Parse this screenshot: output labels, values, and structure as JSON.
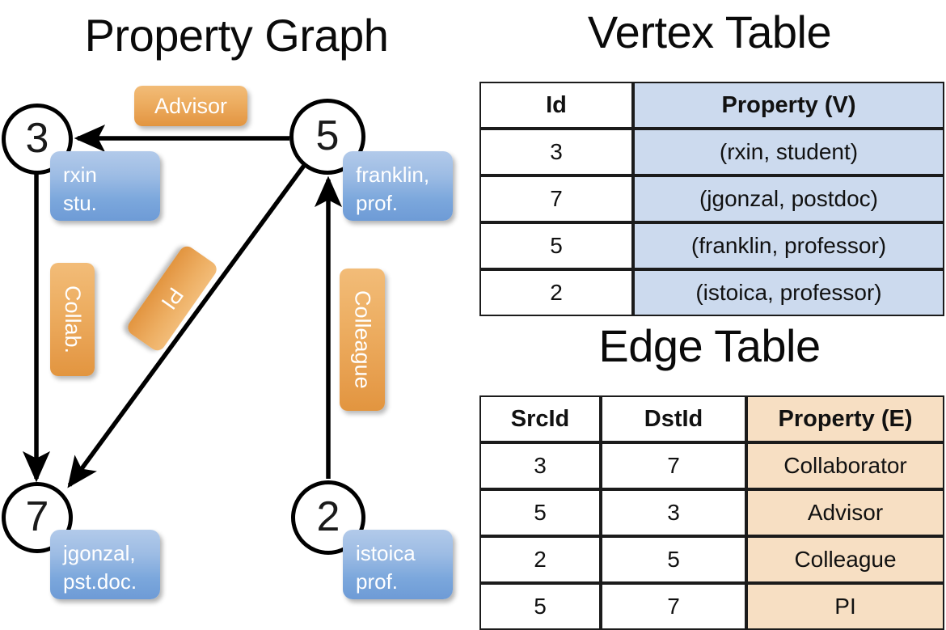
{
  "titles": {
    "property_graph": "Property Graph",
    "vertex_table": "Vertex Table",
    "edge_table": "Edge Table"
  },
  "colors": {
    "vertex_accent": "#ccdaee",
    "edge_accent": "#f7dfc3",
    "node_blue_box": "#7ba7dc",
    "edge_orange_box": "#eda95c",
    "stroke": "#000000",
    "background": "#ffffff"
  },
  "graph": {
    "nodes": [
      {
        "id": "3",
        "label": "3",
        "property_lines": [
          "rxin",
          "stu."
        ]
      },
      {
        "id": "5",
        "label": "5",
        "property_lines": [
          "franklin,",
          "prof."
        ]
      },
      {
        "id": "7",
        "label": "7",
        "property_lines": [
          "jgonzal,",
          "pst.doc."
        ]
      },
      {
        "id": "2",
        "label": "2",
        "property_lines": [
          "istoica",
          "prof."
        ]
      }
    ],
    "edge_labels": [
      {
        "name": "advisor",
        "text": "Advisor",
        "orientation": "horizontal"
      },
      {
        "name": "collab",
        "text": "Collab.",
        "orientation": "vertical"
      },
      {
        "name": "pi",
        "text": "PI",
        "orientation": "rotated"
      },
      {
        "name": "colleague",
        "text": "Colleague",
        "orientation": "vertical"
      }
    ],
    "edges": [
      {
        "src": "5",
        "dst": "3",
        "label": "Advisor"
      },
      {
        "src": "3",
        "dst": "7",
        "label": "Collab."
      },
      {
        "src": "5",
        "dst": "7",
        "label": "PI"
      },
      {
        "src": "2",
        "dst": "5",
        "label": "Colleague"
      }
    ]
  },
  "vertex_table": {
    "headers": [
      "Id",
      "Property (V)"
    ],
    "rows": [
      {
        "id": "3",
        "property": "(rxin, student)"
      },
      {
        "id": "7",
        "property": "(jgonzal, postdoc)"
      },
      {
        "id": "5",
        "property": "(franklin, professor)"
      },
      {
        "id": "2",
        "property": "(istoica, professor)"
      }
    ]
  },
  "edge_table": {
    "headers": [
      "SrcId",
      "DstId",
      "Property (E)"
    ],
    "rows": [
      {
        "src": "3",
        "dst": "7",
        "property": "Collaborator"
      },
      {
        "src": "5",
        "dst": "3",
        "property": "Advisor"
      },
      {
        "src": "2",
        "dst": "5",
        "property": "Colleague"
      },
      {
        "src": "5",
        "dst": "7",
        "property": "PI"
      }
    ]
  }
}
